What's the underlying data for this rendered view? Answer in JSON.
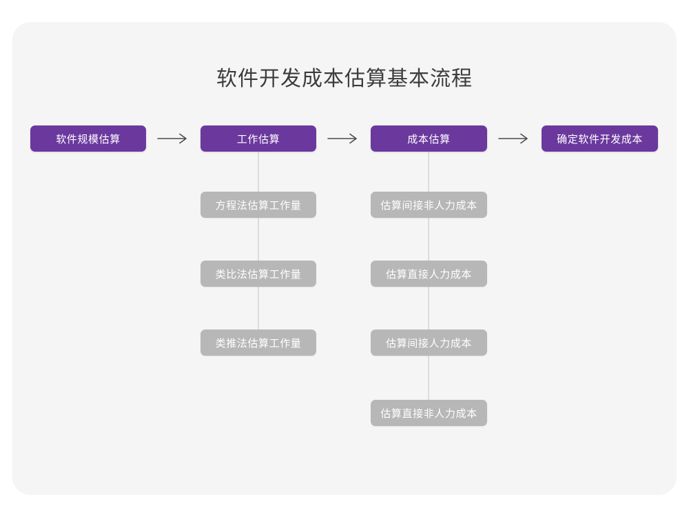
{
  "page": {
    "title": "软件开发成本估算基本流程",
    "background_color": "#ffffff",
    "card_color": "#f5f5f5",
    "primary_color": "#6b389e",
    "secondary_color": "#b7b7b7",
    "connector_color": "#dcdcdc",
    "title_color": "#3c3c3c"
  },
  "flow": {
    "arrow_glyph": "arrow-right-icon",
    "arrows": [
      {
        "name": "arrow-1"
      },
      {
        "name": "arrow-2"
      },
      {
        "name": "arrow-3"
      }
    ],
    "stages": [
      {
        "id": "stage-1",
        "label": "软件规模估算",
        "children": []
      },
      {
        "id": "stage-2",
        "label": "工作估算",
        "children": [
          "方程法估算工作量",
          "类比法估算工作量",
          "类推法估算工作量"
        ]
      },
      {
        "id": "stage-3",
        "label": "成本估算",
        "children": [
          "估算间接非人力成本",
          "估算直接人力成本",
          "估算间接人力成本",
          "估算直接非人力成本"
        ]
      },
      {
        "id": "stage-4",
        "label": "确定软件开发成本",
        "children": []
      }
    ]
  }
}
